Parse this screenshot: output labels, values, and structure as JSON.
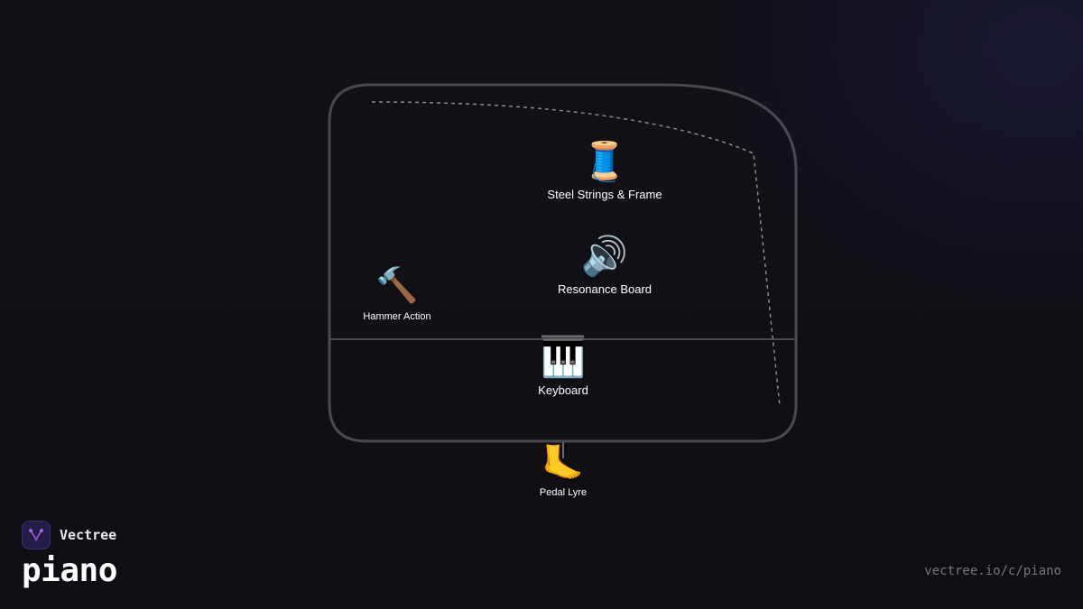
{
  "diagram": {
    "components": [
      {
        "id": "strings",
        "icon": "🧵",
        "icon_name": "spool-of-thread-icon",
        "label": "Steel Strings & Frame"
      },
      {
        "id": "resonance",
        "icon": "🔊",
        "icon_name": "speaker-high-volume-icon",
        "label": "Resonance Board"
      },
      {
        "id": "hammer",
        "icon": "🔨",
        "icon_name": "hammer-icon",
        "label": "Hammer Action"
      },
      {
        "id": "keyboard",
        "icon": "🎹",
        "icon_name": "musical-keyboard-icon",
        "label": "Keyboard"
      },
      {
        "id": "pedal",
        "icon": "🦶",
        "icon_name": "foot-icon",
        "label": "Pedal Lyre"
      }
    ],
    "colors": {
      "outline": "#4a4a4e",
      "dashed": "#8a8a8e",
      "label": "#ffffff"
    }
  },
  "brand": {
    "name": "Vectree",
    "logo_icon": "vectree-logo-icon",
    "logo_color": "#a060e0"
  },
  "page": {
    "title": "piano",
    "url": "vectree.io/c/piano"
  }
}
